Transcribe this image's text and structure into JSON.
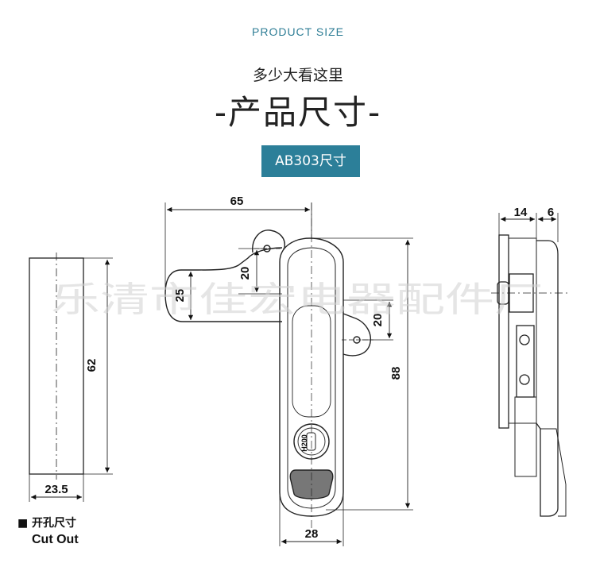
{
  "header": {
    "subtitle_en": "PRODUCT SIZE",
    "tagline_cn": "多少大看这里",
    "title_cn": "-产品尺寸-"
  },
  "model_badge": "AB303尺寸",
  "watermark": "乐清市佳宏电器配件厂",
  "dimensions": {
    "overall_width": "65",
    "handle_height": "25",
    "lug_offset_top": "20",
    "lug_offset_right": "20",
    "body_height": "88",
    "body_width": "28",
    "cutout_height": "62",
    "cutout_width": "23.5",
    "side_depth_1": "14",
    "side_depth_2": "6"
  },
  "key_label": "H200",
  "legend": {
    "marker": "■",
    "cn": "开孔尺寸",
    "en": "Cut Out"
  }
}
